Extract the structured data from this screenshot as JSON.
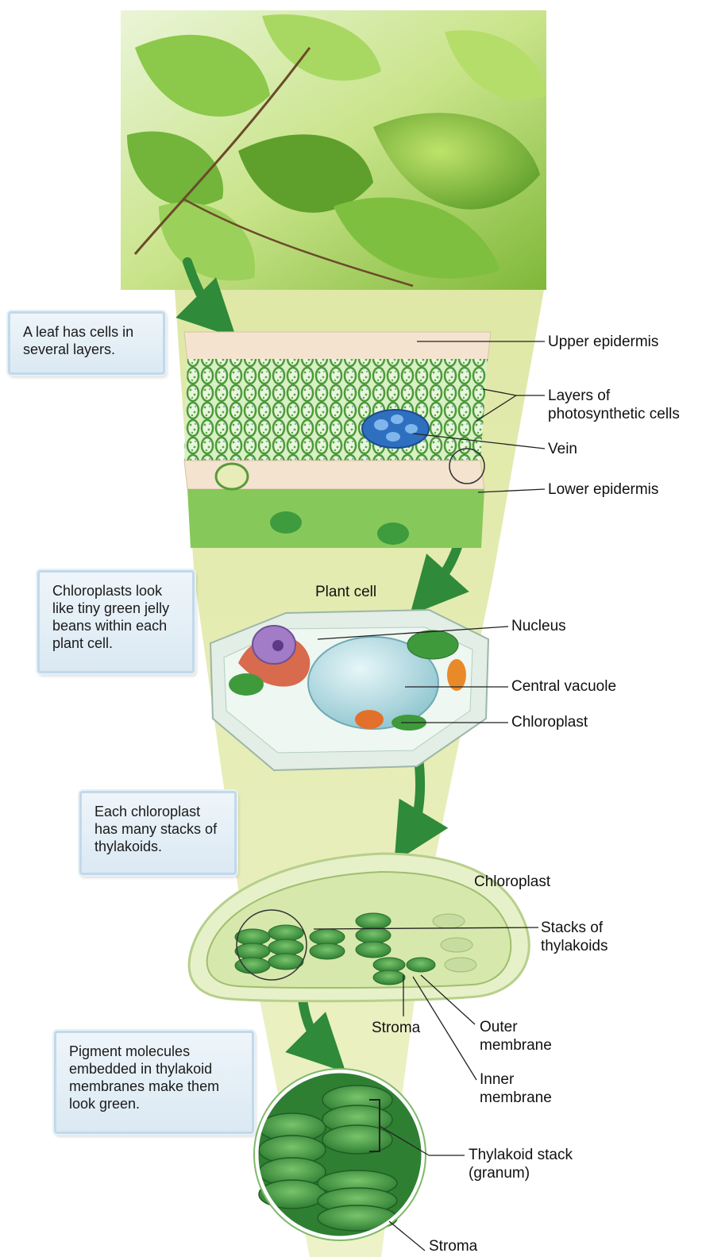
{
  "callouts": {
    "leaf": "A leaf has cells in several layers.",
    "cell": "Chloroplasts look like tiny green jelly beans within each plant cell.",
    "chloroplast": "Each chloroplast has many stacks of thylakoids.",
    "pigment": "Pigment molecules embedded in thylakoid membranes make them look green."
  },
  "labels": {
    "upper_epidermis": "Upper epidermis",
    "photo_cells": "Layers of photosynthetic cells",
    "vein": "Vein",
    "lower_epidermis": "Lower epidermis",
    "plant_cell": "Plant cell",
    "nucleus": "Nucleus",
    "central_vacuole": "Central vacuole",
    "chloroplast_part": "Chloroplast",
    "chloroplast_title": "Chloroplast",
    "stacks": "Stacks of thylakoids",
    "stroma": "Stroma",
    "outer_membrane": "Outer membrane",
    "inner_membrane": "Inner membrane",
    "granum": "Thylakoid stack (granum)",
    "stroma_zoom": "Stroma"
  },
  "colors": {
    "cone": "#dfe8a6",
    "leaf_green": "#7cc242",
    "chloroplast_green": "#3f9a3c",
    "vein_blue": "#2f6fbf",
    "vacuole": "#bfe3ea",
    "nucleus": "#a27cc6",
    "arrow": "#2f8a3a"
  }
}
